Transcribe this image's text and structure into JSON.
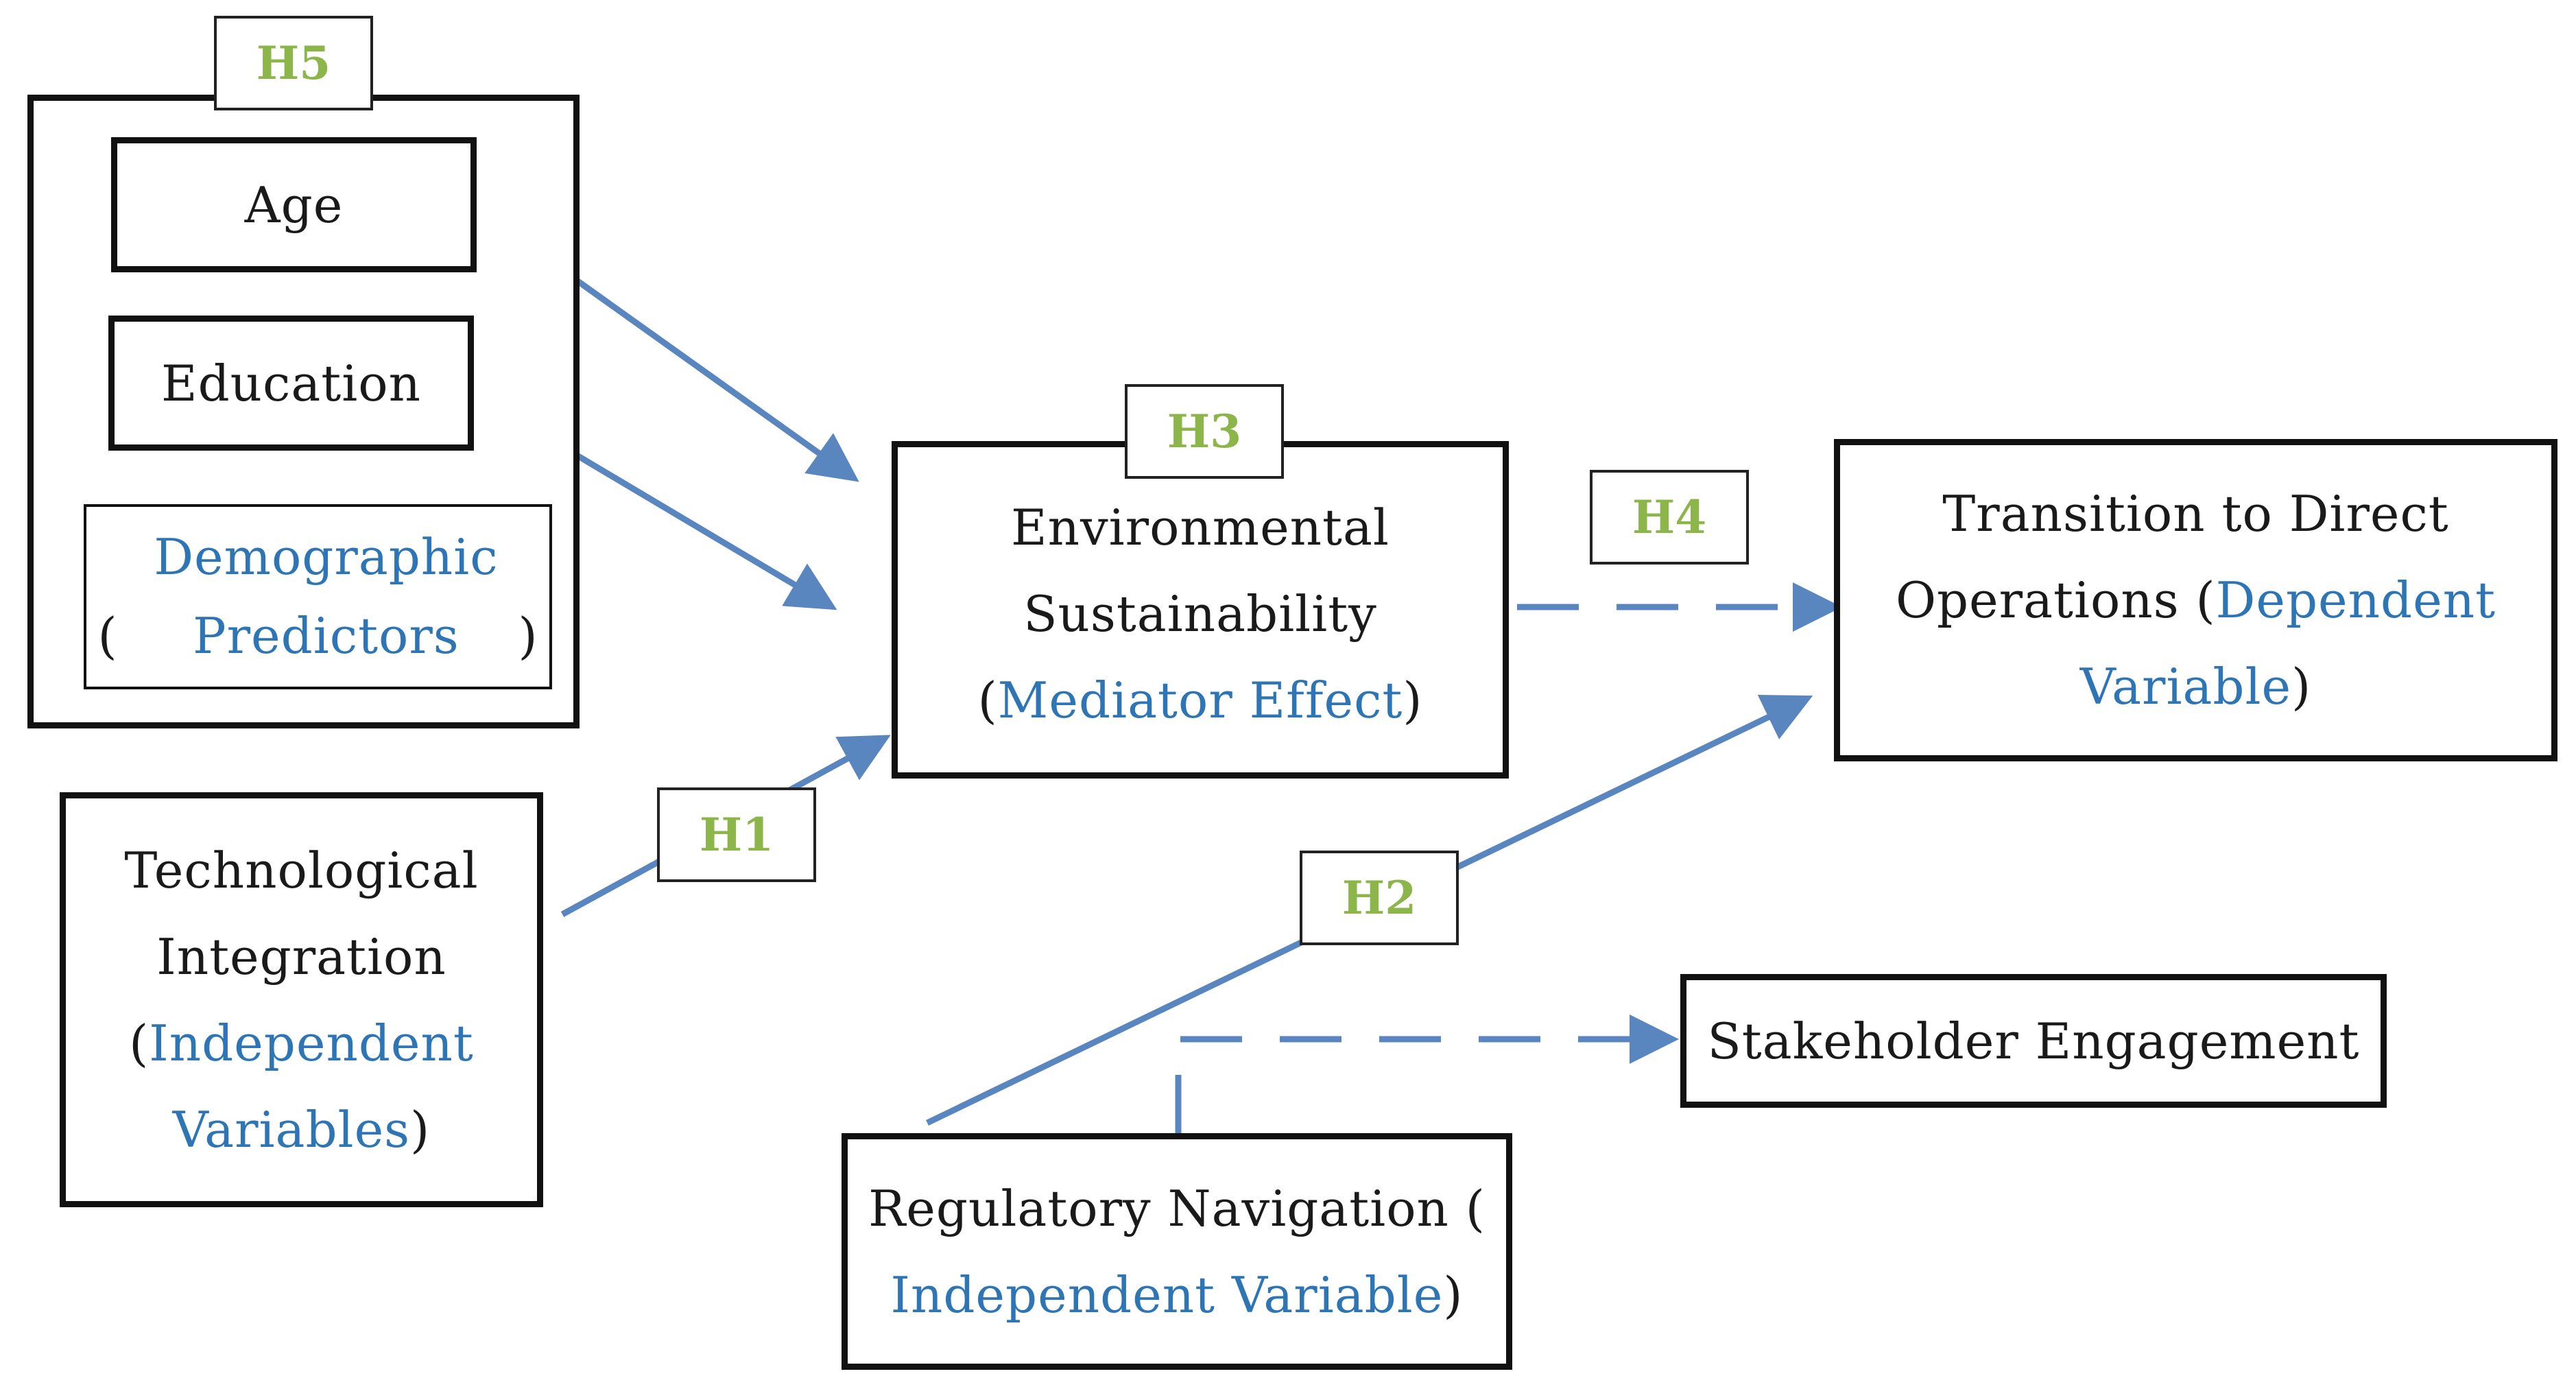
{
  "colors": {
    "arrow": "#5a86c0",
    "blue_text": "#2e75b6",
    "hypothesis_text": "#8cb54a",
    "border": "#111111"
  },
  "nodes": {
    "age": {
      "text": "Age"
    },
    "education": {
      "text": "Education"
    },
    "demographic": {
      "open": "( ",
      "blue": "Demographic Predictors",
      "close": ")"
    },
    "tech": {
      "line1": "Technological",
      "line2": "Integration",
      "open": "(",
      "blue": "Independent Variables",
      "close": ")"
    },
    "env": {
      "line1": "Environmental",
      "line2": "Sustainability",
      "open": "(",
      "blue": "Mediator Effect",
      "close": ")"
    },
    "transition": {
      "line1": "Transition to Direct",
      "line2a": "Operations (",
      "blue": "Dependent Variable",
      "close": ")"
    },
    "stakeholder": {
      "text": "Stakeholder Engagement"
    },
    "regulatory": {
      "line1": "Regulatory Navigation (",
      "blue": "Independent Variable",
      "close": ")"
    }
  },
  "hypotheses": {
    "h1": "H1",
    "h2": "H2",
    "h3": "H3",
    "h4": "H4",
    "h5": "H5"
  }
}
